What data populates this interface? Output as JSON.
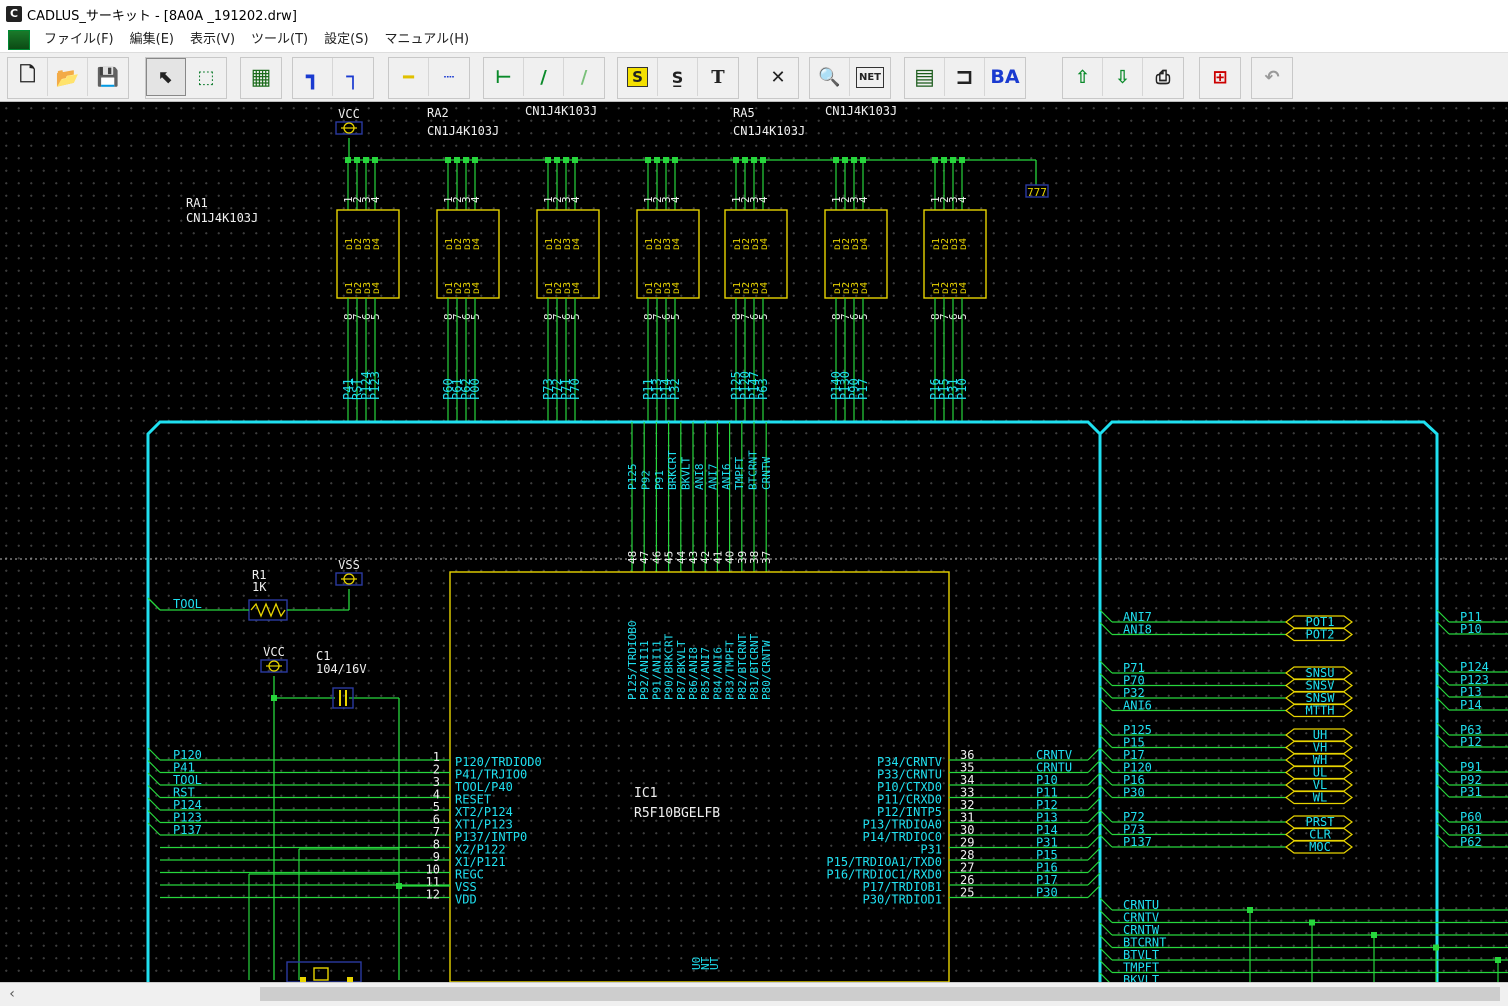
{
  "window": {
    "title": "CADLUS_サーキット - [8A0A _191202.drw]",
    "icon_label": "C"
  },
  "menu": {
    "items": [
      "ファイル(F)",
      "編集(E)",
      "表示(V)",
      "ツール(T)",
      "設定(S)",
      "マニュアル(H)"
    ]
  },
  "toolbar": {
    "buttons": [
      {
        "name": "new-icon",
        "glyph": "🗋"
      },
      {
        "name": "open-icon",
        "glyph": "📂"
      },
      {
        "name": "save-icon",
        "glyph": "💾"
      },
      {
        "name": "pointer-icon",
        "glyph": "⬉"
      },
      {
        "name": "part-select-icon",
        "glyph": "⬚"
      },
      {
        "name": "chip-icon",
        "glyph": "▦"
      },
      {
        "name": "wire-corner-icon",
        "glyph": "┐"
      },
      {
        "name": "wire-corner2-icon",
        "glyph": "┐"
      },
      {
        "name": "line-icon",
        "glyph": "━"
      },
      {
        "name": "dotline-icon",
        "glyph": "┈"
      },
      {
        "name": "junction-icon",
        "glyph": "⊢"
      },
      {
        "name": "diagonal-icon",
        "glyph": "/"
      },
      {
        "name": "diagonal2-icon",
        "glyph": "/"
      },
      {
        "name": "symbol-s-icon",
        "glyph": "S"
      },
      {
        "name": "search-symbol-icon",
        "glyph": "S"
      },
      {
        "name": "text-icon",
        "glyph": "T"
      },
      {
        "name": "delete-icon",
        "glyph": "✕"
      },
      {
        "name": "zoom-icon",
        "glyph": "🔍"
      },
      {
        "name": "net-icon",
        "glyph": "NET"
      },
      {
        "name": "board-icon",
        "glyph": "▤"
      },
      {
        "name": "connector-icon",
        "glyph": "⊐"
      },
      {
        "name": "ba-icon",
        "glyph": "BA"
      },
      {
        "name": "export-icon",
        "glyph": "⇧"
      },
      {
        "name": "import-icon",
        "glyph": "⇩"
      },
      {
        "name": "print-icon",
        "glyph": "⎙"
      },
      {
        "name": "grid-icon",
        "glyph": "⊞"
      },
      {
        "name": "undo-icon",
        "glyph": "↶"
      }
    ]
  },
  "schematic": {
    "vcc_label": "VCC",
    "vss_label": "VSS",
    "ra1": {
      "ref": "RA1",
      "part": "CN1J4K103J"
    },
    "ra2": {
      "ref": "RA2",
      "part": "CN1J4K103J"
    },
    "ra5": {
      "ref": "RA5",
      "part": "CN1J4K103J"
    },
    "top_part_labels": [
      "CN1J4K103J",
      "CN1J4K103J"
    ],
    "gnd_label": "777",
    "rnet_pin_top": [
      "1",
      "2",
      "3",
      "4"
    ],
    "rnet_pin_bot": [
      "8",
      "7",
      "6",
      "5"
    ],
    "rnet_nets": [
      [
        "P41",
        "RST",
        "P124",
        "P123"
      ],
      [
        "P60",
        "P61",
        "P62",
        "P00"
      ],
      [
        "P73",
        "P72",
        "P71",
        "P70"
      ],
      [
        "P11",
        "P13",
        "P14",
        "P32"
      ],
      [
        "P125",
        "P120",
        "P147",
        "P63"
      ],
      [
        "P140",
        "P130",
        "P90",
        "P17"
      ],
      [
        "P16",
        "P15",
        "P31",
        "P10"
      ]
    ],
    "top_bus_nets": [
      "P125",
      "P92",
      "P91",
      "BRKCRT",
      "BKVLT",
      "ANI8",
      "ANI7",
      "ANI6",
      "TMPFT",
      "BTCRNT",
      "CRNTW"
    ],
    "top_pin_numbers": [
      "48",
      "47",
      "46",
      "45",
      "44",
      "43",
      "42",
      "41",
      "40",
      "39",
      "38",
      "37"
    ],
    "top_pin_names": [
      "P125/TRDIOB0",
      "P92/ANI11",
      "P91/ANI11",
      "P90/BRKCRT",
      "P87/BKVLT",
      "P86/ANI8",
      "P85/ANI7",
      "P84/ANI6",
      "P83/TMPFT",
      "P82/BTCRNT",
      "P81/BTCRNT",
      "P80/CRNTW"
    ],
    "r1": {
      "ref": "R1",
      "value": "1K"
    },
    "tool_net": "TOOL",
    "c1": {
      "ref": "C1",
      "value": "104/16V"
    },
    "ic1": {
      "ref": "IC1",
      "part": "R5F10BGELFB"
    },
    "left_nets": [
      "P120",
      "P41",
      "TOOL",
      "RST",
      "P124",
      "P123",
      "P137"
    ],
    "left_pins": [
      {
        "num": "1",
        "name": "P120/TRDIOD0"
      },
      {
        "num": "2",
        "name": "P41/TRJIO0"
      },
      {
        "num": "3",
        "name": "TOOL/P40"
      },
      {
        "num": "4",
        "name": "RESET"
      },
      {
        "num": "5",
        "name": "XT2/P124"
      },
      {
        "num": "6",
        "name": "XT1/P123"
      },
      {
        "num": "7",
        "name": "P137/INTP0"
      },
      {
        "num": "8",
        "name": "X2/P122"
      },
      {
        "num": "9",
        "name": "X1/P121"
      },
      {
        "num": "10",
        "name": "REGC"
      },
      {
        "num": "11",
        "name": "VSS"
      },
      {
        "num": "12",
        "name": "VDD"
      }
    ],
    "right_pins": [
      {
        "num": "36",
        "name": "P34/CRNTV",
        "net": "CRNTV"
      },
      {
        "num": "35",
        "name": "P33/CRNTU",
        "net": "CRNTU"
      },
      {
        "num": "34",
        "name": "P10/CTXD0",
        "net": "P10"
      },
      {
        "num": "33",
        "name": "P11/CRXD0",
        "net": "P11"
      },
      {
        "num": "32",
        "name": "P12/INTP5",
        "net": "P12"
      },
      {
        "num": "31",
        "name": "P13/TRDIOA0",
        "net": "P13"
      },
      {
        "num": "30",
        "name": "P14/TRDIOC0",
        "net": "P14"
      },
      {
        "num": "29",
        "name": "P31",
        "net": "P31"
      },
      {
        "num": "28",
        "name": "P15/TRDIOA1/TXD0",
        "net": "P15"
      },
      {
        "num": "27",
        "name": "P16/TRDIOC1/RXD0",
        "net": "P16"
      },
      {
        "num": "26",
        "name": "P17/TRDIOB1",
        "net": "P17"
      },
      {
        "num": "25",
        "name": "P30/TRDIOD1",
        "net": "P30"
      }
    ],
    "bottom_partial": [
      "U0",
      "NT",
      "UT"
    ],
    "right_panel": {
      "nets_a": [
        "ANI7",
        "ANI8"
      ],
      "ports_a": [
        "POT1",
        "POT2"
      ],
      "nets_b": [
        "P71",
        "P70",
        "P32",
        "ANI6"
      ],
      "ports_b": [
        "SNSU",
        "SNSV",
        "SNSW",
        "MTTH"
      ],
      "nets_c": [
        "P125",
        "P15",
        "P17",
        "P120",
        "P16",
        "P30"
      ],
      "ports_c": [
        "UH",
        "VH",
        "WH",
        "UL",
        "VL",
        "WL"
      ],
      "nets_d": [
        "P72",
        "P73",
        "P137"
      ],
      "ports_d": [
        "PRST",
        "CLR",
        "MOC"
      ],
      "nets_e": [
        "CRNTU",
        "CRNTV",
        "CRNTW",
        "BTCRNT",
        "BTVLT",
        "TMPFT",
        "BKVLT"
      ],
      "far_right": [
        "P11",
        "P10",
        "P124",
        "P123",
        "P13",
        "P14",
        "P63",
        "P12",
        "P91",
        "P92",
        "P31",
        "P60",
        "P61",
        "P62"
      ]
    }
  }
}
